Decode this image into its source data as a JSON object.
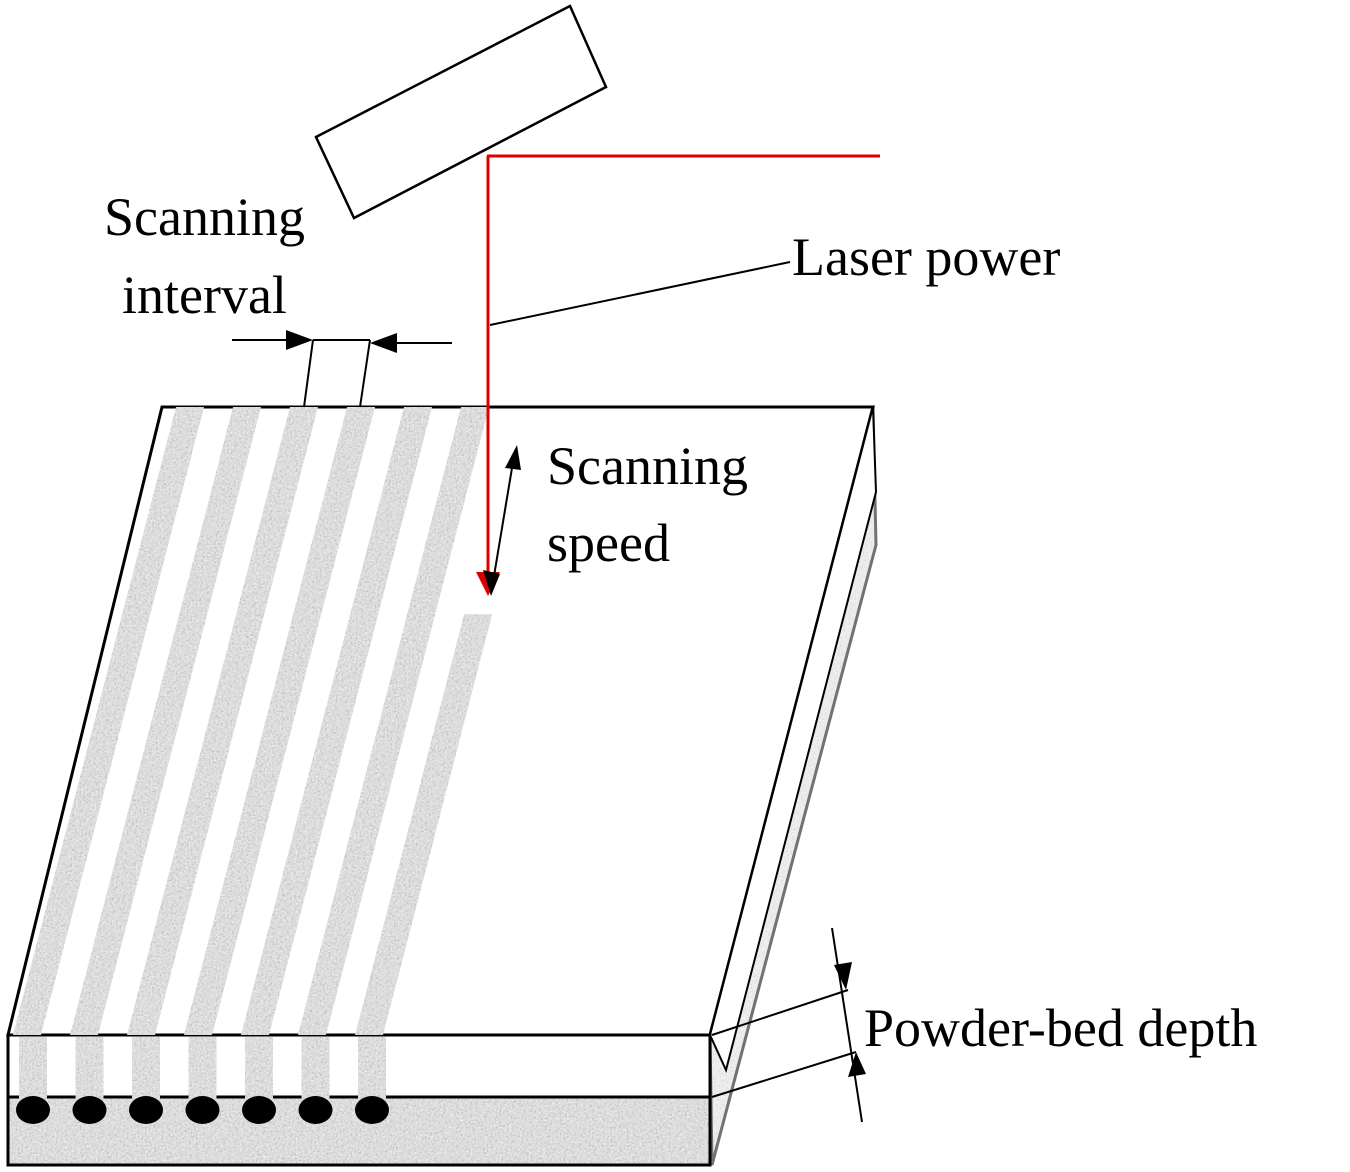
{
  "labels": {
    "scanning_interval": [
      "Scanning",
      "interval"
    ],
    "laser_power": "Laser power",
    "scanning_speed": [
      "Scanning",
      "speed"
    ],
    "powder_bed_depth": "Powder-bed depth"
  },
  "colors": {
    "laser": "#dd0000",
    "outline": "#000000",
    "powder_light": "#c4c4c4",
    "powder_mid": "#8c8c8c",
    "powder_dark": "#555555"
  },
  "scan_tracks": {
    "full_tracks": 6,
    "partial_tracks": 1,
    "melt_pools": 7
  },
  "icons": {
    "scanner_head": "scanner-head-icon",
    "arrow": "arrow-head-icon"
  }
}
